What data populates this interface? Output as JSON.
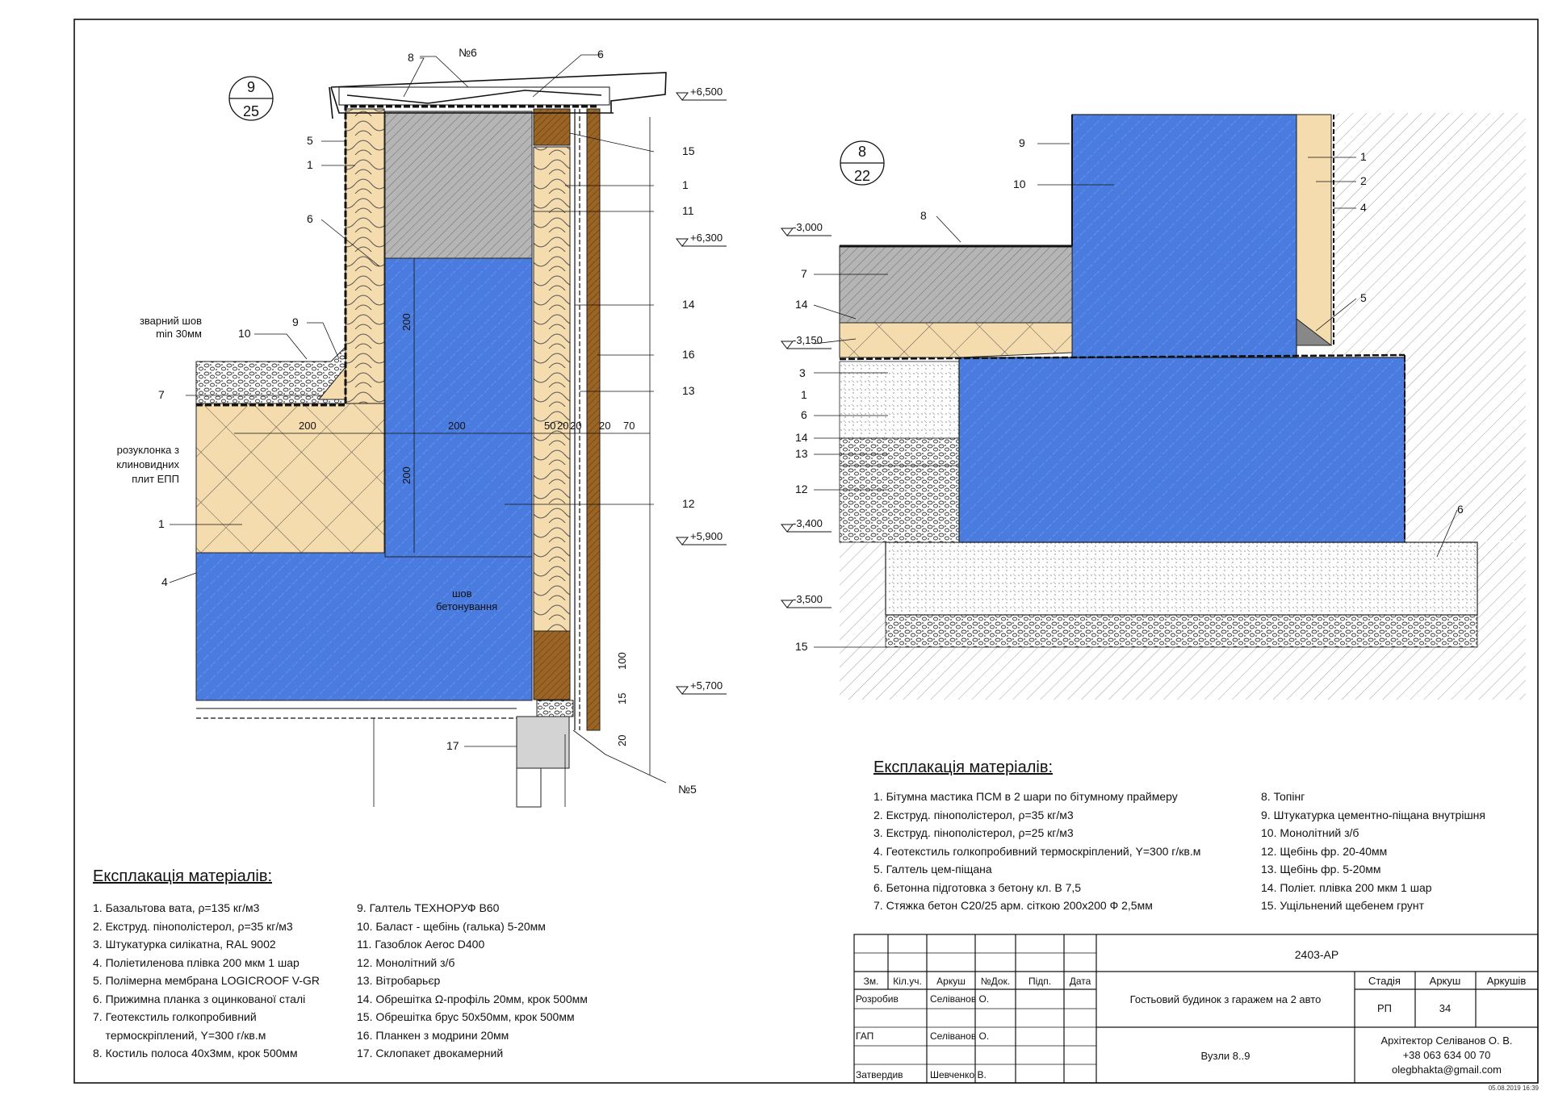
{
  "left_detail": {
    "circle_top": "9",
    "circle_bottom": "25",
    "callouts": [
      "8",
      "№6",
      "6",
      "5",
      "1",
      "6",
      "9",
      "10",
      "7",
      "1",
      "4",
      "15",
      "1",
      "11",
      "14",
      "16",
      "13",
      "12",
      "17",
      "№5"
    ],
    "levels": [
      "+6,500",
      "+6,300",
      "+5,900",
      "+5,700"
    ],
    "dims": [
      "200",
      "200",
      "200",
      "200",
      "50",
      "20",
      "20",
      "20",
      "70",
      "100",
      "15",
      "20"
    ],
    "notes": {
      "weld_line1": "зварний шов",
      "weld_line2": "min 30мм",
      "slope_line1": "розуклонка з",
      "slope_line2": "клиновидних",
      "slope_line3": "плит ЕПП",
      "seam_line1": "шов",
      "seam_line2": "бетонування"
    }
  },
  "right_detail": {
    "circle_top": "8",
    "circle_bottom": "22",
    "callouts": [
      "9",
      "10",
      "8",
      "7",
      "14",
      "3",
      "1",
      "6",
      "14",
      "13",
      "12",
      "1",
      "2",
      "4",
      "5",
      "6",
      "15"
    ],
    "levels": [
      "-3,000",
      "-3,150",
      "-3,400",
      "-3,500"
    ]
  },
  "legend_left": {
    "title": "Експлакація матеріалів:",
    "col1": [
      "1. Базальтова вата, ρ=135 кг/м3",
      "2. Екструд. пінополістерол, ρ=35 кг/м3",
      "3. Штукатурка силікатна, RAL 9002",
      "4. Поліетиленова плівка 200 мкм 1 шар",
      "5. Полімерна мембрана LOGICROOF V-GR",
      "6. Прижимна планка з оцинкованої сталі",
      "7. Геотекстиль голкопробивний",
      "    термоскріплений, Y=300 г/кв.м",
      "8. Костиль полоса 40х3мм, крок 500мм"
    ],
    "col2": [
      "9. Галтель ТЕХНОРУФ В60",
      "10. Баласт - щебінь (галька) 5-20мм",
      "11. Газоблок Aeroc D400",
      "12. Монолітний з/б",
      "13. Вітробарьєр",
      "14. Обрешітка  Ω-профіль 20мм, крок 500мм",
      "15. Обрешітка  брус 50х50мм, крок 500мм",
      "16. Планкен з модрини 20мм",
      "17. Склопакет двокамерний"
    ]
  },
  "legend_right": {
    "title": "Експлакація матеріалів:",
    "col1": [
      "1. Бітумна мастика ПСМ в 2 шари по бітумному праймеру",
      "2. Екструд. пінополістерол, ρ=35 кг/м3",
      "3. Екструд. пінополістерол, ρ=25 кг/м3",
      "4. Геотекстиль голкопробивний термоскріплений, Y=300 г/кв.м",
      "5. Галтель цем-піщана",
      "6. Бетонна підготовка з бетону кл. В 7,5",
      "7. Стяжка бетон С20/25 арм. сіткою 200х200 Ф 2,5мм"
    ],
    "col2": [
      "8. Топінг",
      "9. Штукатурка цементно-піщана внутрішня",
      "10. Монолітний з/б",
      "12. Щебінь фр. 20-40мм",
      "13. Щебінь фр. 5-20мм",
      "14. Поліет. плівка 200 мкм 1 шар",
      "15. Ущільнений щебенем грунт"
    ]
  },
  "title_block": {
    "project_code": "2403-АР",
    "headers": [
      "Зм.",
      "Кіл.уч.",
      "Аркуш",
      "№Док.",
      "Підп.",
      "Дата"
    ],
    "rows": [
      {
        "role": "Розробив",
        "name": "Селіванов О."
      },
      {
        "role": "ГАП",
        "name": "Селіванов О."
      },
      {
        "role": "Затвердив",
        "name": "Шевченко В."
      }
    ],
    "project_name": "Гостьовий будинок з гаражем на 2 авто",
    "sheet_title": "Вузли 8..9",
    "stage_label": "Стадія",
    "sheet_label": "Аркуш",
    "sheets_label": "Аркушів",
    "stage_value": "РП",
    "sheet_value": "34",
    "architect": "Архітектор Селіванов О. В.",
    "phone": "+38 063 634 00 70",
    "email": "olegbhakta@gmail.com"
  },
  "timestamp": "05.08.2019 16:39",
  "colors": {
    "concrete_blue": "#4a7ce0",
    "insulation_tan": "#f5dcae",
    "wood_brown": "#9a6424",
    "aerated_gray": "#b5b5b5"
  }
}
